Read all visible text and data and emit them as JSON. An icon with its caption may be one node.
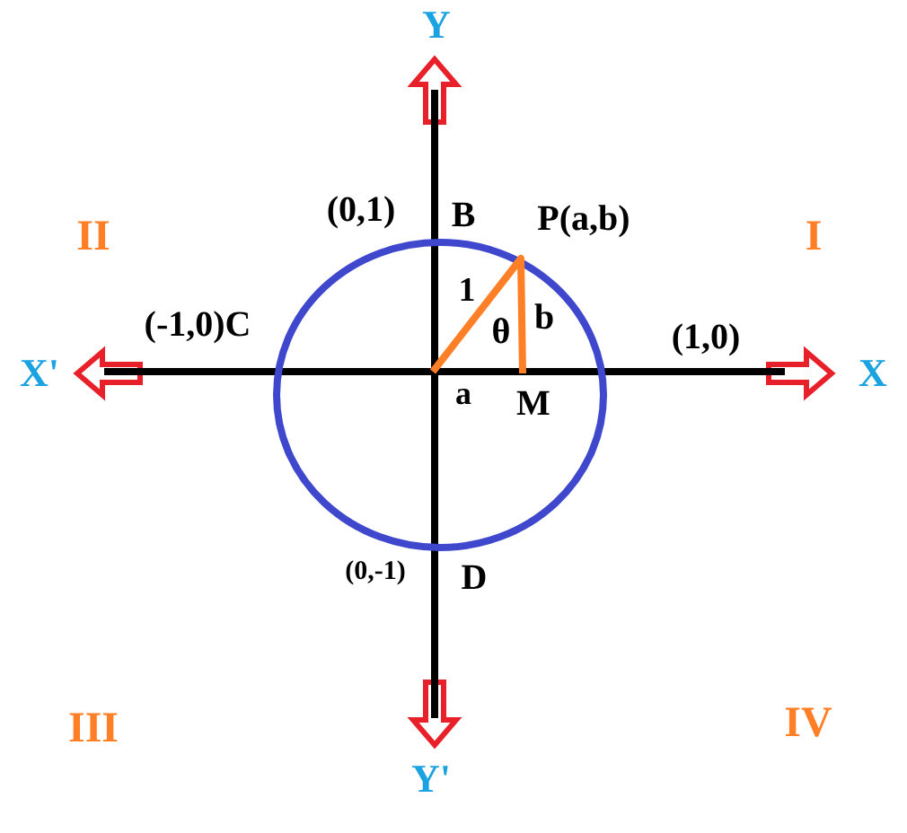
{
  "diagram": {
    "labels": [
      "Y",
      "(0,1)",
      "B",
      "P(a,b)",
      "II",
      "I",
      "(-1,0)C",
      "1",
      "θ",
      "b",
      "(1,0)",
      "X'",
      "X",
      "a",
      "M",
      "(0,-1)",
      "D",
      "III",
      "IV",
      "Y'"
    ]
  }
}
